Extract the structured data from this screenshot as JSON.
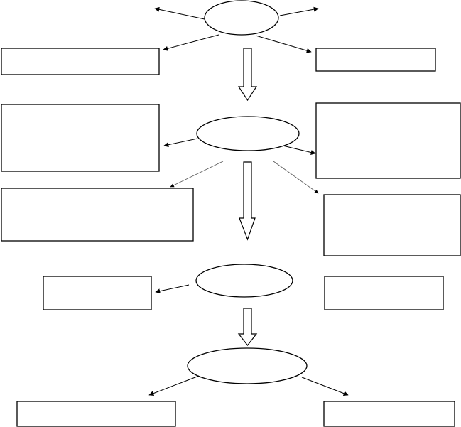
{
  "diagram": {
    "nodes": [
      {
        "id": "node-1",
        "label": ""
      },
      {
        "id": "node-2",
        "label": ""
      },
      {
        "id": "node-3",
        "label": ""
      },
      {
        "id": "node-4",
        "label": ""
      }
    ],
    "boxes": [
      {
        "id": "box-1",
        "text": ""
      },
      {
        "id": "box-2",
        "text": ""
      },
      {
        "id": "box-3",
        "text": ""
      },
      {
        "id": "box-4",
        "text": ""
      },
      {
        "id": "box-5",
        "text": ""
      },
      {
        "id": "box-6",
        "text": ""
      },
      {
        "id": "box-7",
        "text": ""
      },
      {
        "id": "box-8",
        "text": ""
      },
      {
        "id": "box-9",
        "text": ""
      },
      {
        "id": "box-10",
        "text": ""
      }
    ],
    "colors": {
      "stroke": "#000000",
      "fill": "#ffffff"
    }
  }
}
